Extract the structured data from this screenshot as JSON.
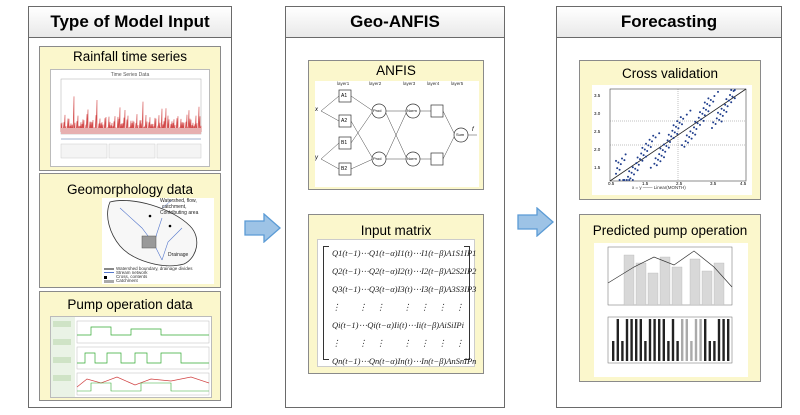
{
  "panels": {
    "input": {
      "title": "Type of Model Input",
      "cards": {
        "rainfall": {
          "title": "Rainfall time series",
          "chart_title": "Time Series Data"
        },
        "geomorph": {
          "title": "Geomorphology data",
          "labels": [
            "Watershed, flow,",
            "catchment,",
            "Contributing area"
          ],
          "legend": [
            "Watershed boundary, drainage divides",
            "Stream network",
            "Cross, contents",
            "Catchment"
          ],
          "drainage": "Drainage"
        },
        "pump": {
          "title": "Pump operation data"
        }
      }
    },
    "anfis": {
      "title": "Geo-ANFIS",
      "cards": {
        "anfis": {
          "title": "ANFIS",
          "layers": [
            "layer1",
            "layer2",
            "layer3",
            "layer4",
            "layer5"
          ],
          "nodes": {
            "a1": "A1",
            "a2": "A2",
            "b1": "B1",
            "b2": "B2",
            "prod1": "Prod",
            "prod2": "Prod",
            "norm1": "Norm",
            "norm2": "Norm",
            "sum": "Sum"
          },
          "io": {
            "x": "x",
            "y": "y",
            "f": "f"
          }
        },
        "matrix": {
          "title": "Input matrix",
          "rows": [
            [
              "Q1(t−1)",
              "⋯",
              "Q1(t−α)",
              "I1(t)",
              "⋯",
              "I1(t−β)",
              "A1",
              "S1",
              "IP1"
            ],
            [
              "Q2(t−1)",
              "⋯",
              "Q2(t−α)",
              "I2(t)",
              "⋯",
              "I2(t−β)",
              "A2",
              "S2",
              "IP2"
            ],
            [
              "Q3(t−1)",
              "⋯",
              "Q3(t−α)",
              "I3(t)",
              "⋯",
              "I3(t−β)",
              "A3",
              "S3",
              "IP3"
            ],
            [
              "⋮",
              "",
              "⋮",
              "⋮",
              "",
              "⋮",
              "⋮",
              "⋮",
              "⋮"
            ],
            [
              "Qi(t−1)",
              "⋯",
              "Qi(t−α)",
              "Ii(t)",
              "⋯",
              "Ii(t−β)",
              "Ai",
              "Si",
              "IPi"
            ],
            [
              "⋮",
              "",
              "⋮",
              "⋮",
              "",
              "⋮",
              "⋮",
              "⋮",
              "⋮"
            ],
            [
              "Qn(t−1)",
              "⋯",
              "Qn(t−α)",
              "In(t)",
              "⋯",
              "In(t−β)",
              "An",
              "Sn",
              "IPn"
            ]
          ]
        }
      }
    },
    "forecast": {
      "title": "Forecasting",
      "cards": {
        "cv": {
          "title": "Cross validation",
          "xticks": [
            "0.5",
            "1.5",
            "2.5",
            "3.5",
            "4.5"
          ],
          "yticks": [
            "3.5",
            "3.0",
            "2.5",
            "2.0",
            "1.5"
          ],
          "legend": "x = y   ─── Linear(MONTH)"
        },
        "pump": {
          "title": "Predicted pump operation"
        }
      }
    }
  },
  "colors": {
    "card": "#fbf7cc",
    "arrow": "#5b9bd5",
    "arrow_fill": "#9dc3e6"
  }
}
